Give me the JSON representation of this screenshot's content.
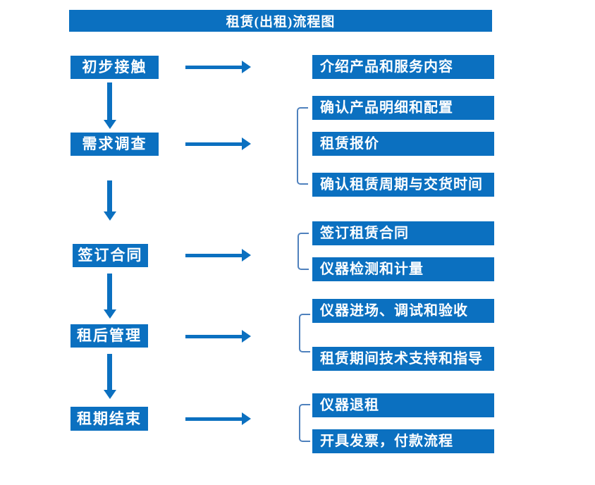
{
  "title": "租赁(出租)流程图",
  "colors": {
    "primary": "#0B70C0",
    "bracket": "#4F81BD",
    "text_on_primary": "#FFFFFF",
    "background": "#FFFFFF"
  },
  "flow": {
    "steps": [
      {
        "label": "初步接触",
        "outputs": [
          "介绍产品和服务内容"
        ]
      },
      {
        "label": "需求调查",
        "outputs": [
          "确认产品明细和配置",
          "租赁报价",
          "确认租赁周期与交货时间"
        ]
      },
      {
        "label": "签订合同",
        "outputs": [
          "签订租赁合同",
          "仪器检测和计量"
        ]
      },
      {
        "label": "租后管理",
        "outputs": [
          "仪器进场、调试和验收",
          "租赁期间技术支持和指导"
        ]
      },
      {
        "label": "租期结束",
        "outputs": [
          "仪器退租",
          "开具发票，付款流程"
        ]
      }
    ]
  }
}
